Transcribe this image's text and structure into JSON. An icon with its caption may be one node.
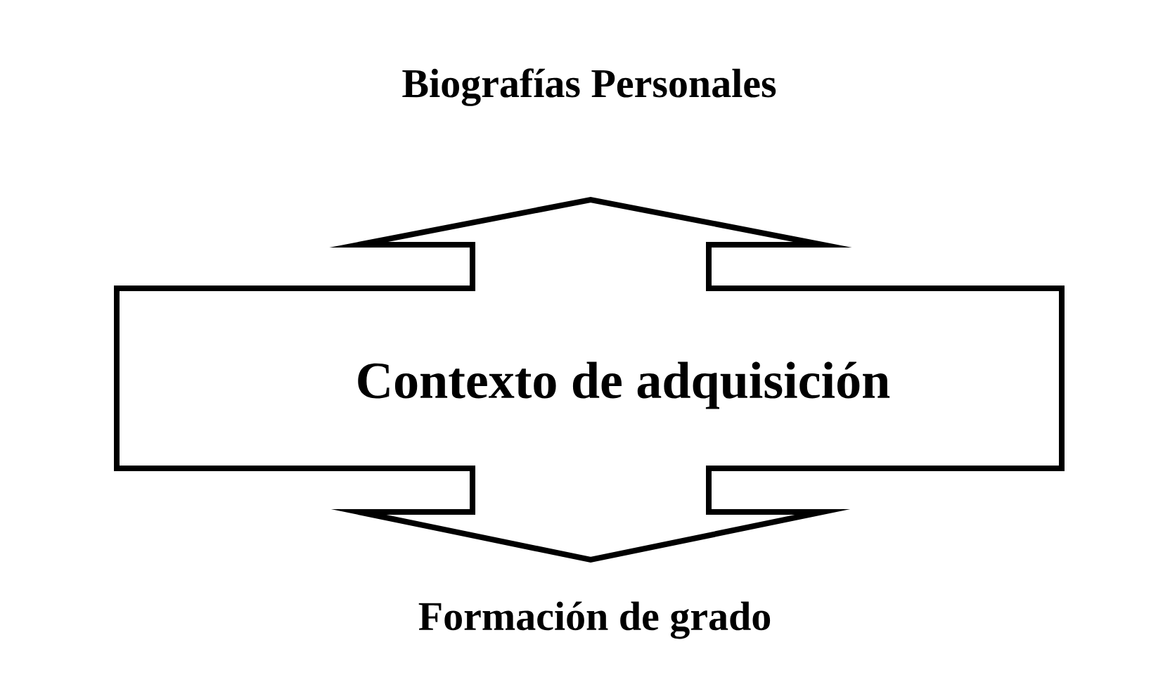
{
  "diagram": {
    "nodes": [
      {
        "text": [
          "Contexto de adquisición"
        ]
      }
    ],
    "labels": [
      "Biografías Personales",
      "Formación de grado"
    ]
  }
}
